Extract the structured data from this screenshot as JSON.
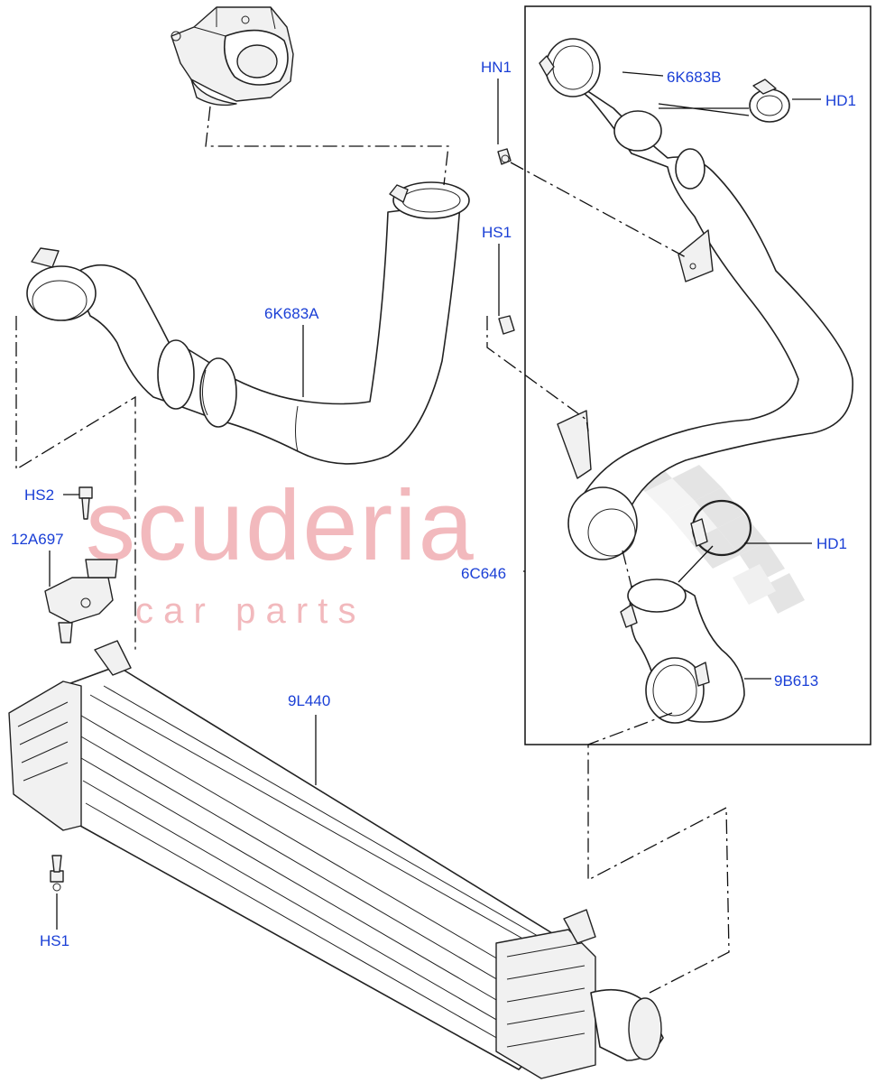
{
  "watermark": {
    "brand": "scuderia",
    "tagline": "c a r   p a r t s",
    "color": "#f2b9bd"
  },
  "label_color": "#1a3fd6",
  "labels": {
    "hn1": "HN1",
    "k683b": "6K683B",
    "hd1_top": "HD1",
    "hs1_mid": "HS1",
    "k683a": "6K683A",
    "hs2": "HS2",
    "a697": "12A697",
    "c646": "6C646",
    "hd1_right": "HD1",
    "b613": "9B613",
    "l440": "9L440",
    "hs1_bottom": "HS1"
  }
}
